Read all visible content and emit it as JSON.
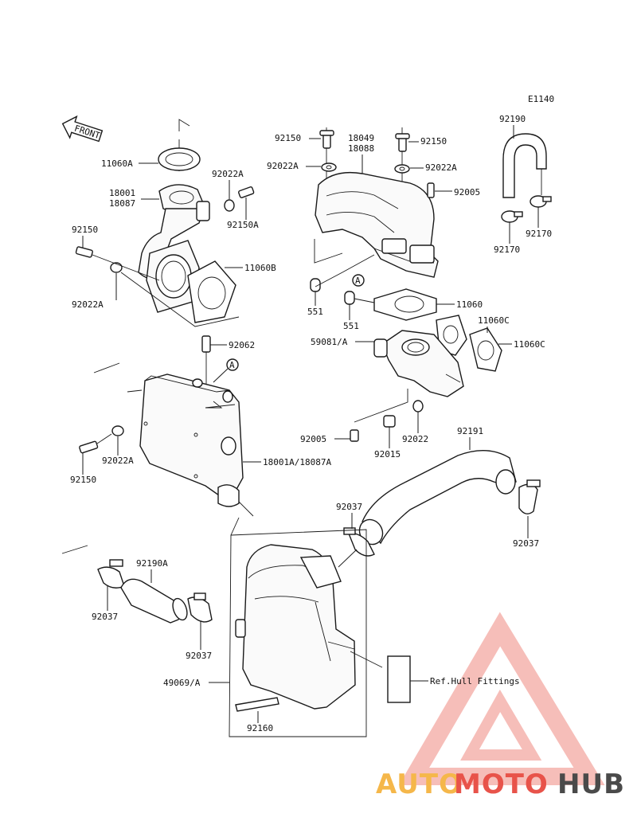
{
  "diagram_code": "E1140",
  "front_label": "FRONT",
  "callout_letter": "A",
  "ref_text": "Ref.Hull Fittings",
  "parts": {
    "p11060A": "11060A",
    "p18001": "18001",
    "p18087": "18087",
    "p92022A_top": "92022A",
    "p92150A": "92150A",
    "p92150_left": "92150",
    "p92022A_left": "92022A",
    "p11060B": "11060B",
    "p92150_m1": "92150",
    "p92150_m2": "92150",
    "p18049": "18049",
    "p18088": "18088",
    "p92022A_m1": "92022A",
    "p92022A_m2": "92022A",
    "p92005_top": "92005",
    "p551_a": "551",
    "p551_b": "551",
    "p11060": "11060",
    "p11060C_a": "11060C",
    "p11060C_b": "11060C",
    "p59081A": "59081/A",
    "p92190": "92190",
    "p92170_a": "92170",
    "p92170_b": "92170",
    "p92062": "92062",
    "p92022A_c": "92022A",
    "p92150_c": "92150",
    "p18001A": "18001A/18087A",
    "p92005_b": "92005",
    "p92015": "92015",
    "p92022": "92022",
    "p92191": "92191",
    "p92037_a": "92037",
    "p92037_b": "92037",
    "p92190A": "92190A",
    "p92037_c": "92037",
    "p92037_d": "92037",
    "p49069A": "49069/A",
    "p92160": "92160"
  },
  "watermark": {
    "auto": "AUTO",
    "moto": "MOTO",
    "hub": "HUB",
    "colors": {
      "auto": "#f5b74a",
      "moto": "#e8534a",
      "hub": "#4a4a4a"
    }
  }
}
